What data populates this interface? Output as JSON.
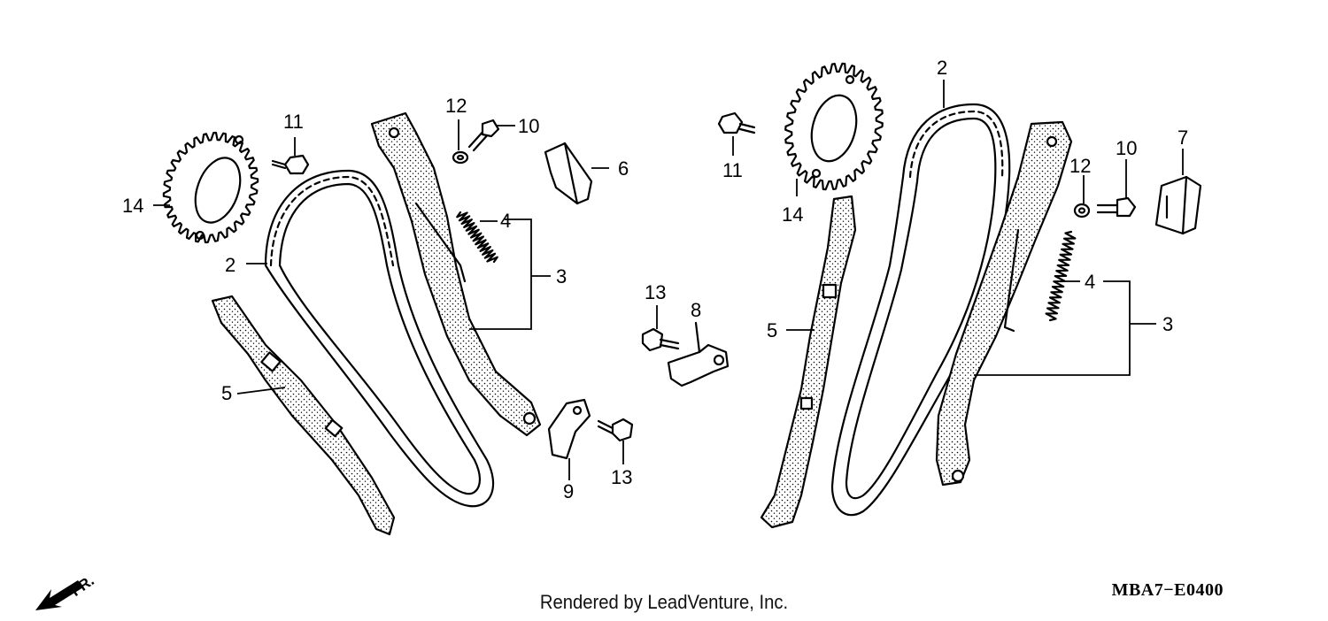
{
  "diagram": {
    "code": "MBA7−E0400",
    "footer": "Rendered by LeadVenture, Inc.",
    "direction_label": "FR.",
    "left_labels": {
      "n2": "2",
      "n3": "3",
      "n4": "4",
      "n5": "5",
      "n6": "6",
      "n10": "10",
      "n11": "11",
      "n12": "12",
      "n14": "14"
    },
    "center_labels": {
      "n8": "8",
      "n9": "9",
      "n13a": "13",
      "n13b": "13"
    },
    "right_labels": {
      "n2": "2",
      "n3": "3",
      "n4": "4",
      "n5": "5",
      "n7": "7",
      "n10": "10",
      "n11": "11",
      "n12": "12",
      "n14": "14"
    }
  }
}
